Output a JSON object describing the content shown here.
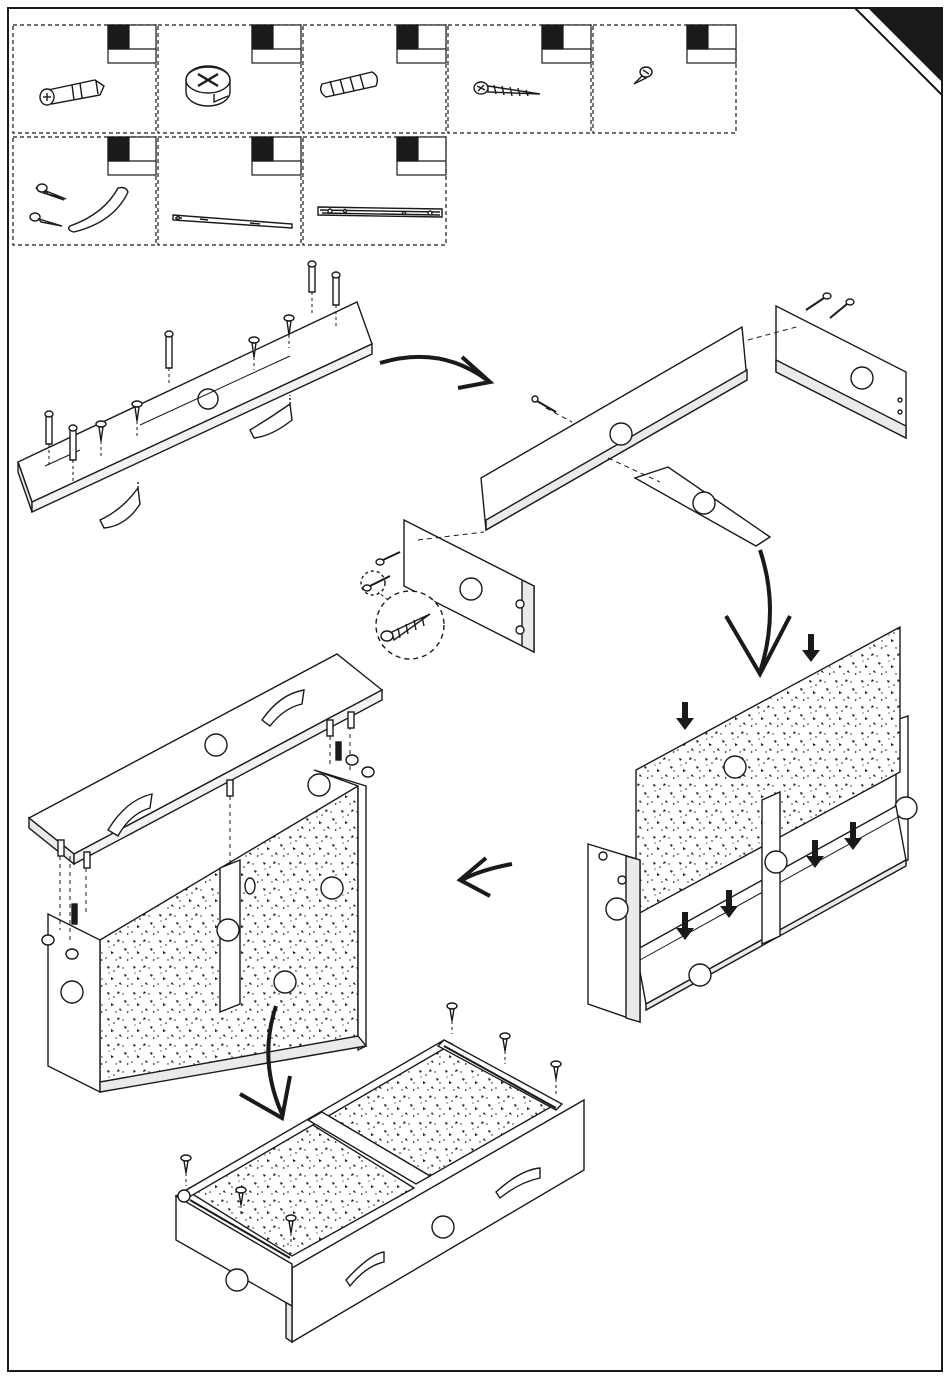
{
  "diagram": {
    "kind": "furniture-assembly-instructions",
    "parts_legend": {
      "row1": [
        {
          "part": "cam-bolt",
          "icon": "cam-bolt-icon"
        },
        {
          "part": "cam-lock",
          "icon": "cam-lock-icon"
        },
        {
          "part": "wood-dowel",
          "icon": "wooden-dowel-icon"
        },
        {
          "part": "long-screw",
          "icon": "long-screw-icon"
        },
        {
          "part": "short-screw",
          "icon": "short-screw-icon"
        }
      ],
      "row2": [
        {
          "part": "handle-with-screws",
          "icon": "handle-icon"
        },
        {
          "part": "drawer-runner",
          "icon": "drawer-runner-icon"
        },
        {
          "part": "drawer-slide",
          "icon": "drawer-slide-icon"
        }
      ]
    },
    "colors": {
      "ink": "#1a1a1a",
      "paper": "#ffffff",
      "corner_tab": "#1a1a1a"
    },
    "steps": [
      {
        "id": "step-1",
        "scene": "top-panel-with-bolts-and-handles"
      },
      {
        "id": "step-2",
        "scene": "frame-assembly-with-screws"
      },
      {
        "id": "step-3",
        "scene": "back-panel-insertion"
      },
      {
        "id": "step-4",
        "scene": "top-cover-attachment"
      },
      {
        "id": "step-5",
        "scene": "drawer-box-assembly"
      }
    ]
  }
}
